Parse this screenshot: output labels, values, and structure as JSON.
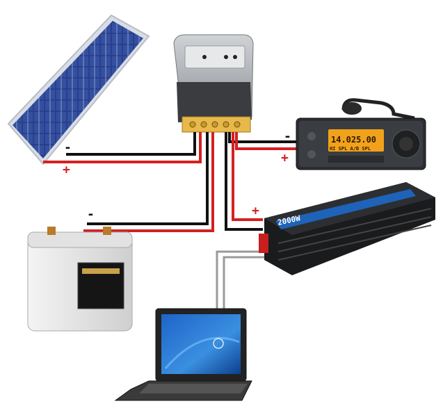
{
  "labels": {
    "panel_neg": "-",
    "panel_pos": "+",
    "radio_neg": "-",
    "radio_pos": "+",
    "battery_neg": "-",
    "battery_pos": "+",
    "inverter_pos": "+"
  },
  "radio": {
    "frequency": "14.025.00",
    "mode_row": "HI SPL A/B SPL"
  },
  "inverter": {
    "brand_text": "2000W"
  },
  "colors": {
    "positive_wire": "#d42020",
    "negative_wire": "#111111",
    "ac_wire": "#9a9a9a",
    "solar_cell": "#2a3f8c",
    "radio_display": "#f2a21a"
  }
}
